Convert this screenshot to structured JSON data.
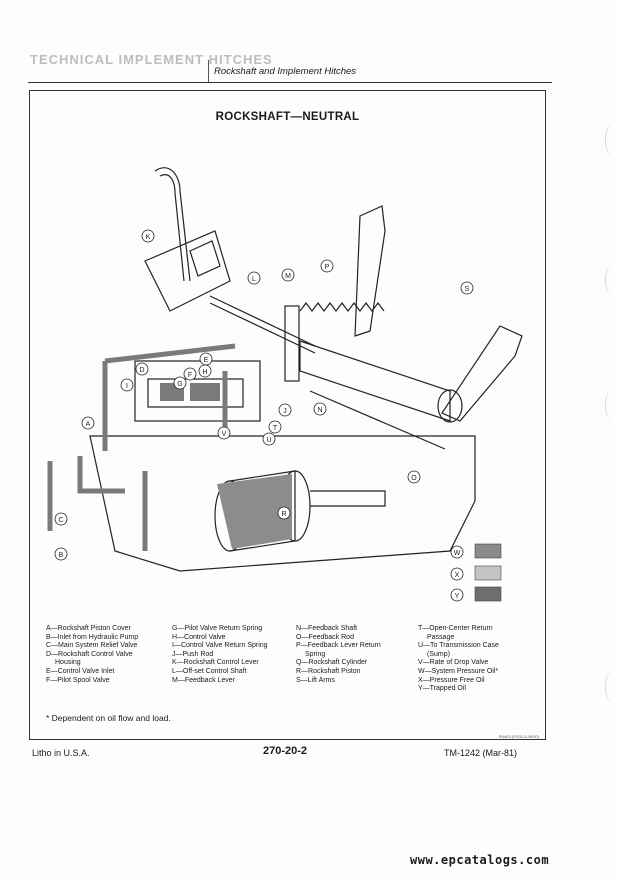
{
  "header": {
    "ghost_text": "TECHNICAL IMPLEMENT HITCHES",
    "section_title": "Rockshaft and Implement Hitches"
  },
  "figure": {
    "title": "ROCKSHAFT—NEUTRAL",
    "callouts": [
      "K",
      "L",
      "M",
      "P",
      "S",
      "D",
      "E",
      "H",
      "F",
      "G",
      "I",
      "A",
      "C",
      "B",
      "V",
      "T",
      "U",
      "J",
      "N",
      "O",
      "R"
    ],
    "pressure_key": [
      "W",
      "X",
      "Y"
    ],
    "colors": {
      "system_pressure": "#8a8a8a",
      "pressure_free": "#c4c4c4",
      "trapped": "#6e6e6e"
    },
    "ref": "R4403 (FD03-3-00/00)"
  },
  "legend": {
    "col1": [
      "A—Rockshaft Piston Cover",
      "B—Inlet from Hydraulic Pump",
      "C—Main System Relief Valve",
      "D—Rockshaft Control Valve",
      "Housing",
      "E—Control Valve Inlet",
      "F—Pilot Spool Valve"
    ],
    "col2": [
      "G—Pilot Valve Return Spring",
      "H—Control Valve",
      "I—Control Valve Return Spring",
      "J—Push Rod",
      "K—Rockshaft Control Lever",
      "L—Off-set Control Shaft",
      "M—Feedback Lever"
    ],
    "col3": [
      "N—Feedback Shaft",
      "O—Feedback Rod",
      "P—Feedback Lever Return",
      "Spring",
      "Q—Rockshaft Cylinder",
      "R—Rockshaft Piston",
      "S—Lift Arms"
    ],
    "col4": [
      "T—Open-Center Return",
      "Passage",
      "U—To Transmission Case",
      "(Sump)",
      "V—Rate of Drop Valve",
      "W—System Pressure Oil*",
      "X—Pressure Free Oil",
      "Y—Trapped Oil"
    ]
  },
  "footnote": "* Dependent on oil flow and load.",
  "footer": {
    "left": "Litho in U.S.A.",
    "center": "270-20-2",
    "right": "TM-1242 (Mar-81)"
  },
  "watermark": "www.epcatalogs.com"
}
